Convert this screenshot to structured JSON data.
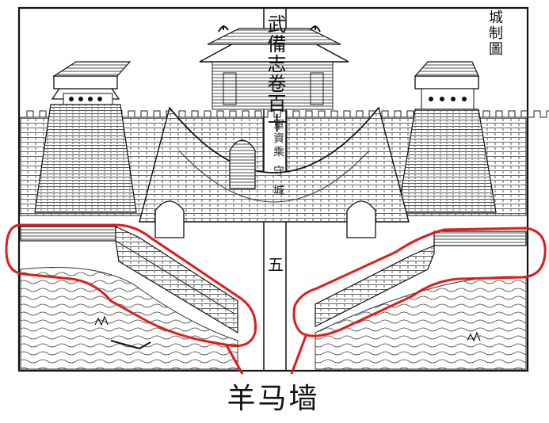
{
  "book": {
    "spine_title": "武備志卷百十",
    "spine_subtitle": "軍資乘 守 城",
    "page_number": "五"
  },
  "plate": {
    "title": "城制圖"
  },
  "annotation": {
    "label": "羊马墙",
    "highlight_color": "#e11b1b"
  }
}
